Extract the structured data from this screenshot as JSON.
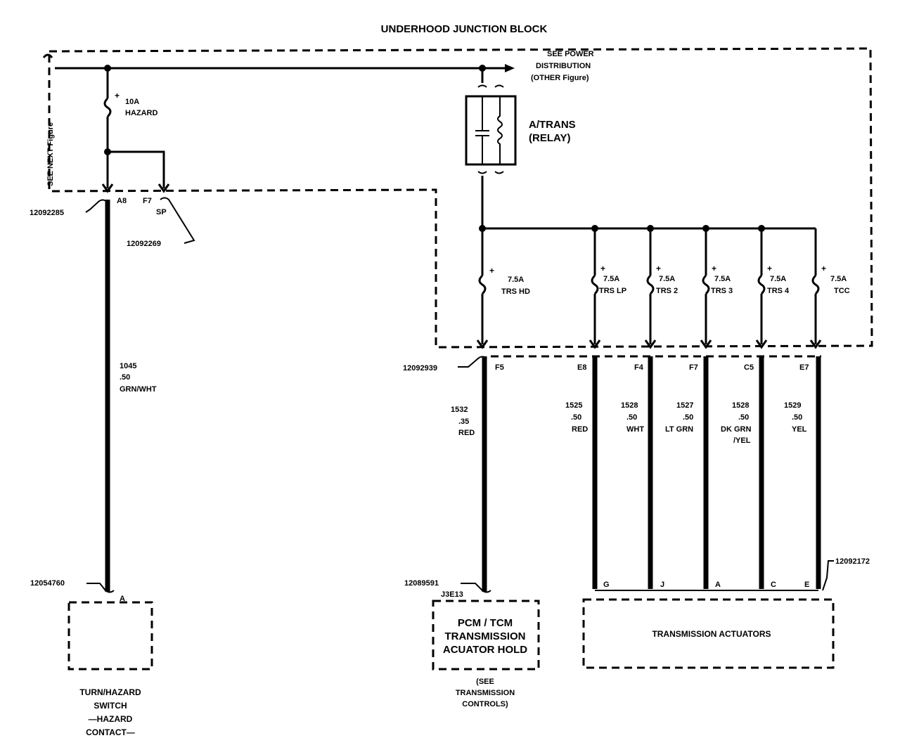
{
  "header": {
    "title": "UNDERHOOD JUNCTION BLOCK"
  },
  "power": {
    "see_line1": "SEE POWER",
    "see_line2": "DISTRIBUTION",
    "see_line3": "(OTHER Figure)",
    "see_next": "SEE NEXT Figure"
  },
  "hazard_fuse": {
    "rating": "10A",
    "name": "HAZARD"
  },
  "relay": {
    "line1": "A/TRANS",
    "line2": "(RELAY)"
  },
  "fuses": [
    {
      "rating": "7.5A",
      "name": "TRS HD"
    },
    {
      "rating": "7.5A",
      "name": "TRS LP"
    },
    {
      "rating": "7.5A",
      "name": "TRS 2"
    },
    {
      "rating": "7.5A",
      "name": "TRS 3"
    },
    {
      "rating": "7.5A",
      "name": "TRS 4"
    },
    {
      "rating": "7.5A",
      "name": "TCC"
    }
  ],
  "connectors": {
    "left_top": "12092285",
    "left_top_pin": "A8",
    "sp_pin": "F7",
    "sp_label": "SP",
    "sp_conn": "12092269",
    "left_bottom": "12054760",
    "left_bottom_pin": "A",
    "mid_top": "12092939",
    "top_pins": [
      "F5",
      "E8",
      "F4",
      "F7",
      "C5",
      "E7"
    ],
    "pcm_conn": "12089591",
    "pcm_pin": "J3E13",
    "act_conn": "12092172",
    "act_pins": [
      "G",
      "J",
      "A",
      "C",
      "E"
    ]
  },
  "wires": [
    {
      "circuit": "1045",
      "gauge": ".50",
      "color": "GRN/WHT"
    },
    {
      "circuit": "1532",
      "gauge": ".35",
      "color": "RED"
    },
    {
      "circuit": "1525",
      "gauge": ".50",
      "color": "RED"
    },
    {
      "circuit": "1528",
      "gauge": ".50",
      "color": "WHT"
    },
    {
      "circuit": "1527",
      "gauge": ".50",
      "color": "LT GRN"
    },
    {
      "circuit": "1528",
      "gauge": ".50",
      "color": "DK GRN",
      "color2": "/YEL"
    },
    {
      "circuit": "1529",
      "gauge": ".50",
      "color": "YEL"
    }
  ],
  "components": {
    "switch_lines": [
      "TURN/HAZARD",
      "SWITCH",
      "—HAZARD",
      "CONTACT—"
    ],
    "pcm_lines": [
      "PCM / TCM",
      "TRANSMISSION",
      "ACUATOR HOLD"
    ],
    "pcm_see": [
      "(SEE",
      "TRANSMISSION",
      "CONTROLS)"
    ],
    "actuators": "TRANSMISSION ACTUATORS"
  }
}
